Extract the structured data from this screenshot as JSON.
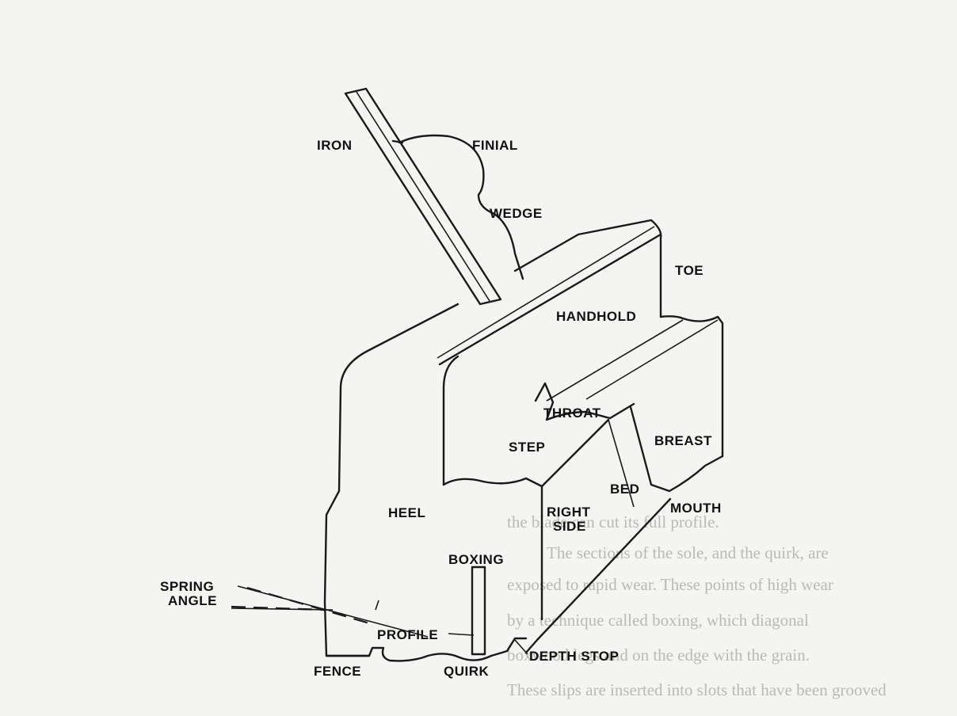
{
  "labels": {
    "iron": "IRON",
    "finial": "FINIAL",
    "wedge": "WEDGE",
    "toe": "TOE",
    "handhold": "HANDHOLD",
    "throat": "THROAT",
    "step": "STEP",
    "breast": "BREAST",
    "bed": "BED",
    "mouth": "MOUTH",
    "heel": "HEEL",
    "right_side_1": "RIGHT",
    "right_side_2": "SIDE",
    "boxing": "BOXING",
    "spring_angle_1": "SPRING",
    "spring_angle_2": "ANGLE",
    "profile": "PROFILE",
    "depth_stop": "DEPTH STOP",
    "fence": "FENCE",
    "quirk": "QUIRK"
  },
  "background_text": [
    "the blade can cut its full profile.",
    "The sections of the sole, and the quirk, are",
    "exposed to rapid wear. These points of high wear",
    "by a technique called boxing, which diagonal",
    "boxwood legs and on the edge with the grain.",
    "These slips are inserted into slots that have been grooved"
  ],
  "colors": {
    "ink": "#1a1a1a",
    "paper": "#f4f4f2",
    "bleed": "#b9b9b6"
  }
}
